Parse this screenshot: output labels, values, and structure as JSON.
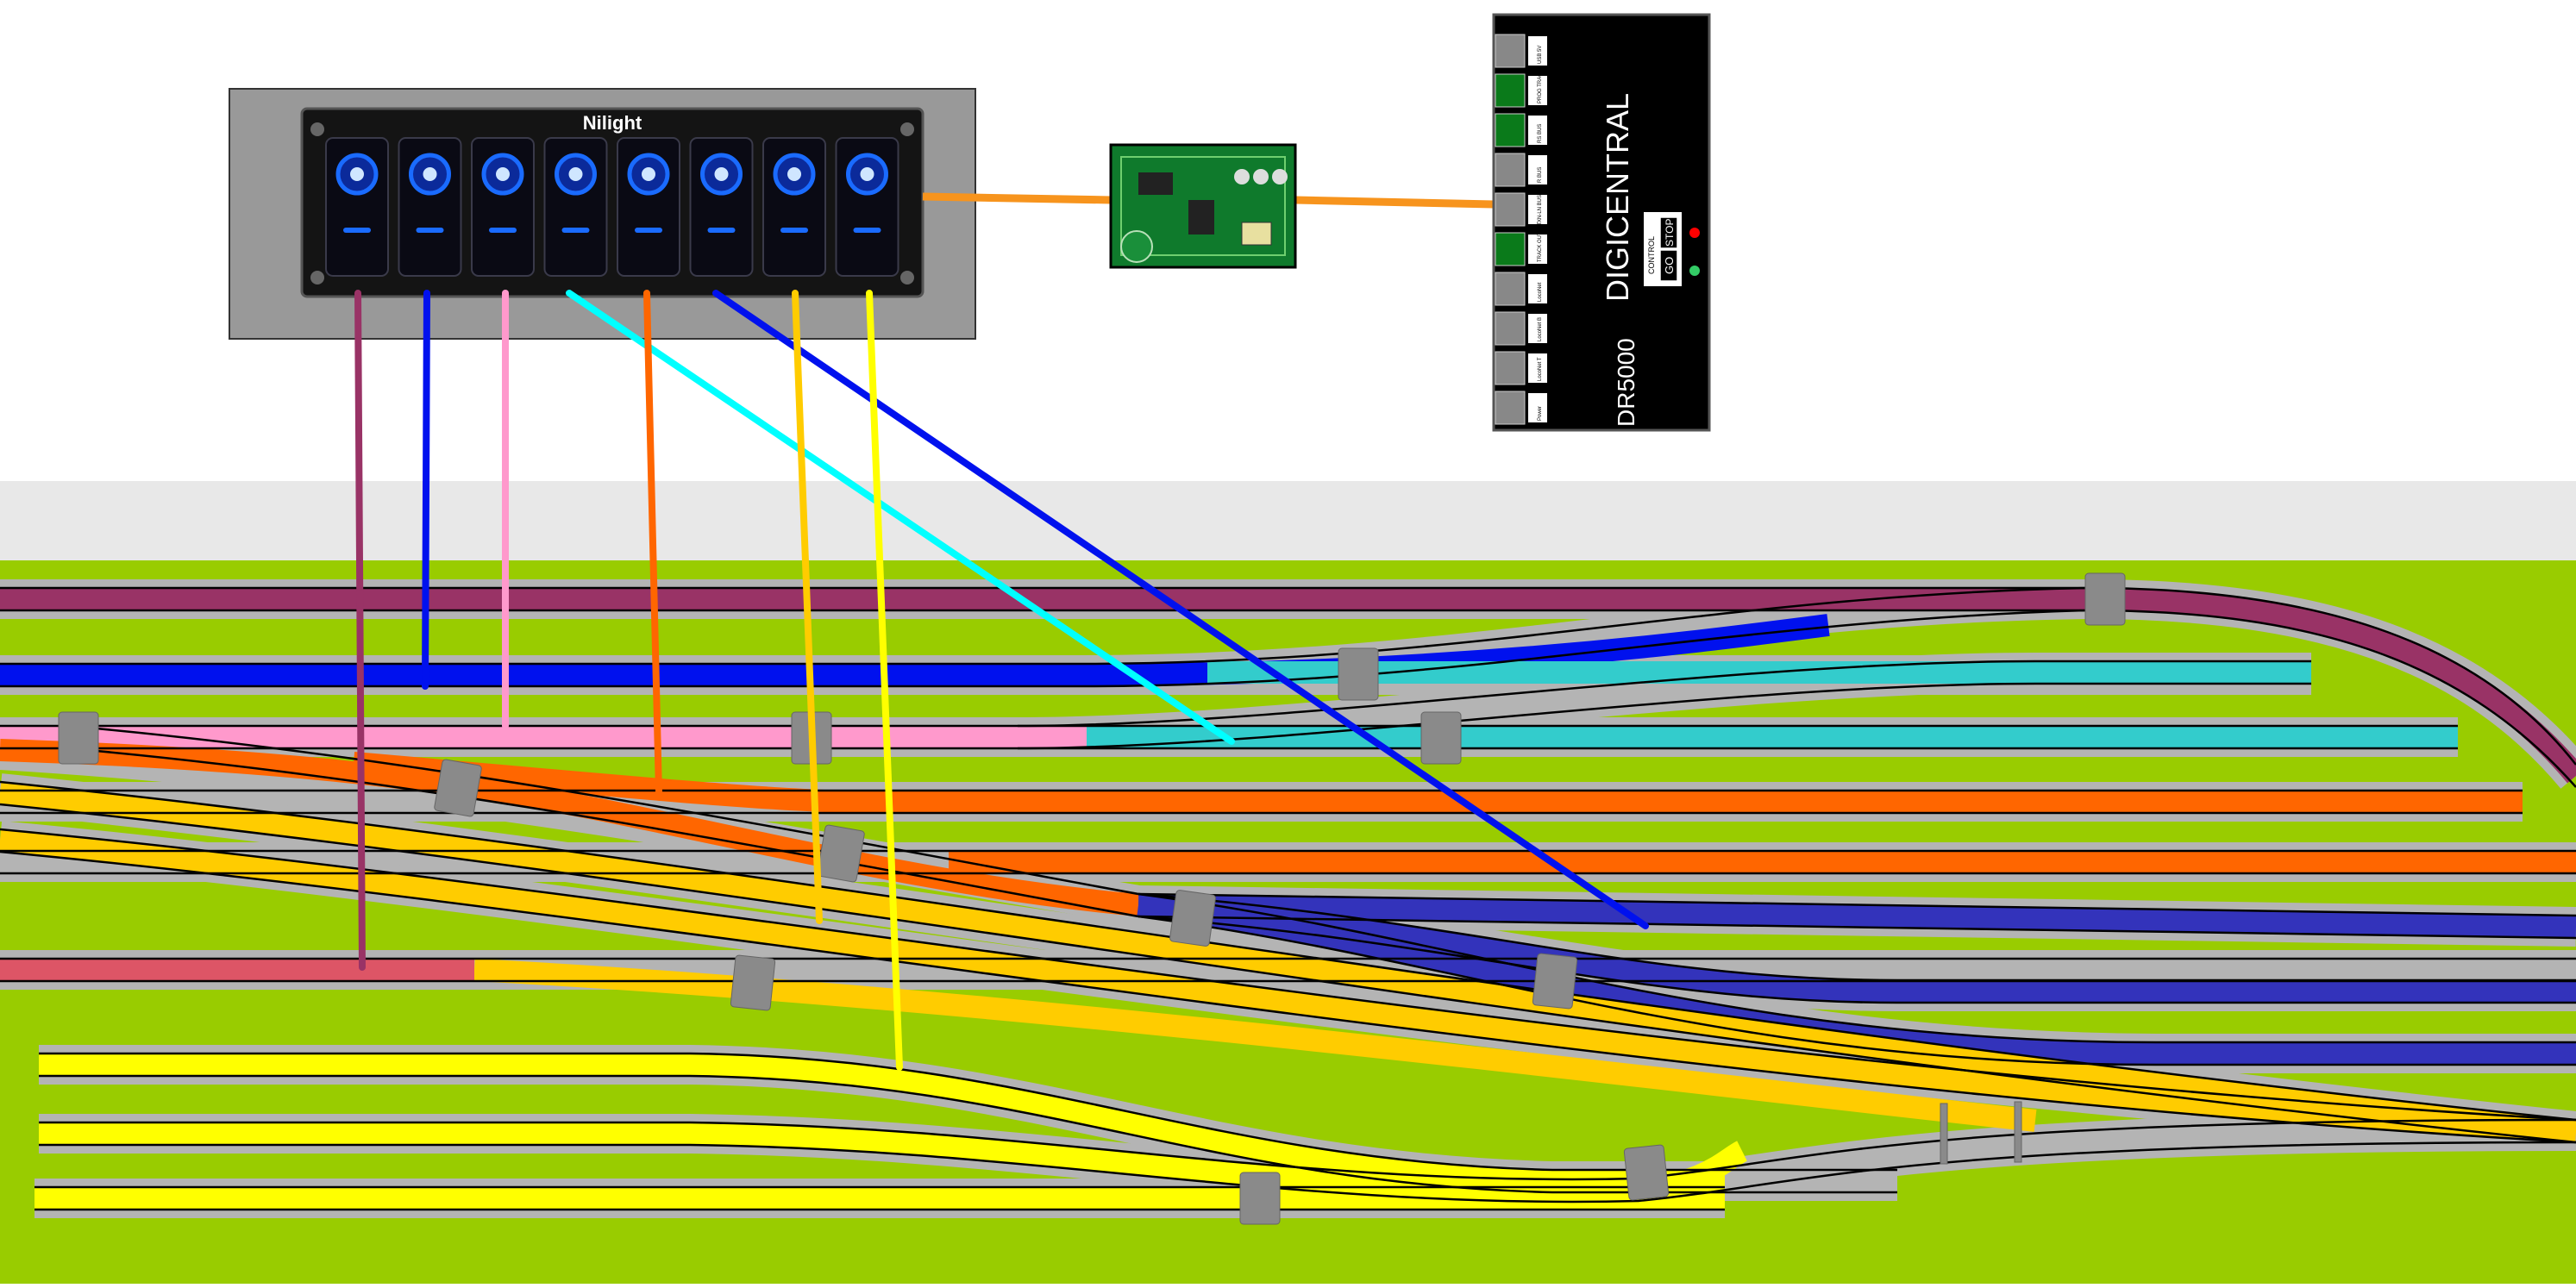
{
  "panel": {
    "brand": "Nilight",
    "switch_count": 8,
    "switch_led_color": "#1a6bff"
  },
  "central": {
    "title": "DIGICENTRAL",
    "model": "DR5000",
    "control_label": "CONTROL",
    "go_label": "GO",
    "stop_label": "STOP",
    "ports": [
      "USB 5V",
      "PROG TRACK",
      "RS BUS",
      "R BUS",
      "XN-LN BUS",
      "TRACK OUTPUT",
      "LocoNet",
      "LocoNet B",
      "LocoNet T",
      "Power"
    ]
  },
  "colors": {
    "wall": "#e8e8e8",
    "baseboard": "#99cc00",
    "ballast": "#b4b4b4",
    "orange_cable": "#f7941d",
    "maroon": "#993366",
    "blue": "#0011ee",
    "pink": "#ff99cc",
    "orange": "#ff6600",
    "cyan": "#33cccc",
    "bright_cyan": "#00ffff",
    "indigo": "#3333bb",
    "gold": "#ffcc00",
    "yellow": "#ffff00",
    "coral": "#dd5566"
  }
}
